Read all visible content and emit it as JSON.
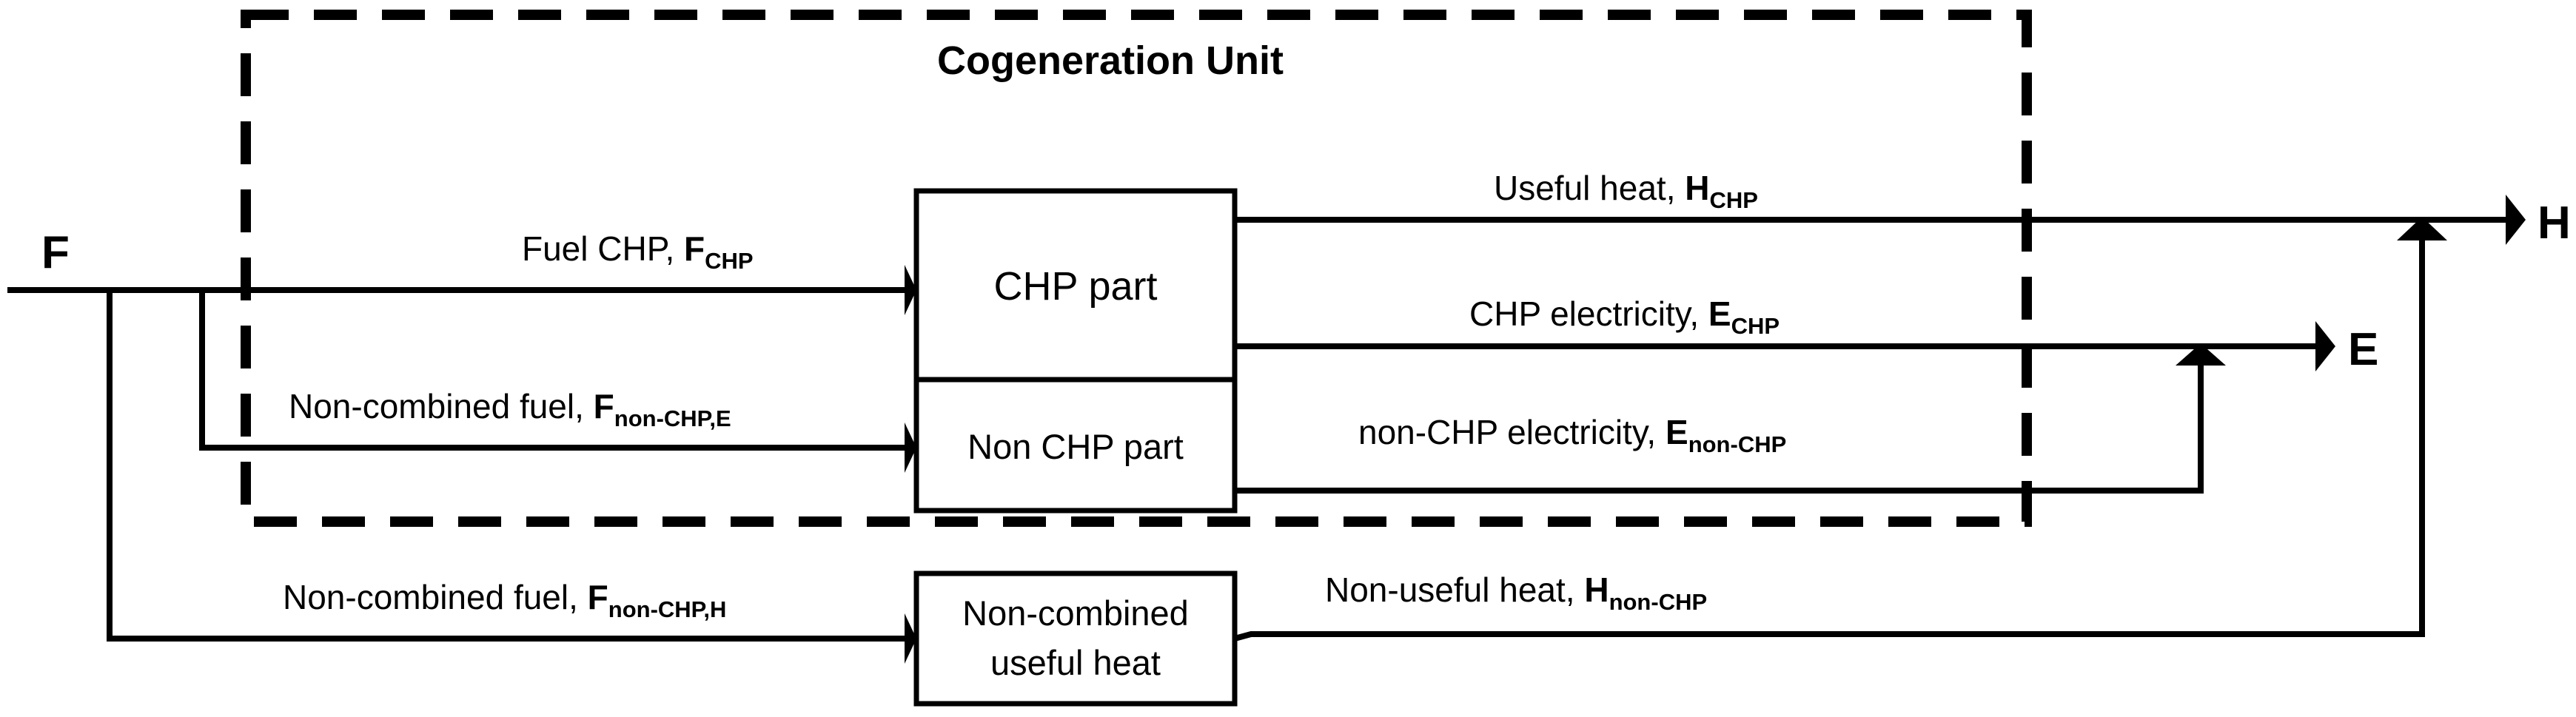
{
  "diagram": {
    "title": "Cogeneration Unit",
    "background_color": "#ffffff",
    "line_color": "#000000",
    "boundary_style": "dashed",
    "boxes": [
      {
        "id": "chp-part",
        "line1": "CHP part",
        "line2": ""
      },
      {
        "id": "non-chp-part",
        "line1": "Non CHP part",
        "line2": ""
      },
      {
        "id": "non-combined-useful-heat",
        "line1": "Non-combined",
        "line2": "useful heat"
      }
    ],
    "terminals": {
      "input_fuel": "F",
      "output_heat": "H",
      "output_electricity": "E"
    },
    "flows": [
      {
        "id": "fuel-chp",
        "text": "Fuel CHP, ",
        "symbol": "F",
        "subscript": "CHP"
      },
      {
        "id": "non-combined-fuel-e",
        "text": "Non-combined fuel, ",
        "symbol": "F",
        "subscript": "non-CHP,E"
      },
      {
        "id": "non-combined-fuel-h",
        "text": "Non-combined fuel, ",
        "symbol": "F",
        "subscript": "non-CHP,H"
      },
      {
        "id": "useful-heat",
        "text": "Useful heat, ",
        "symbol": "H",
        "subscript": "CHP"
      },
      {
        "id": "chp-electricity",
        "text": "CHP electricity, ",
        "symbol": "E",
        "subscript": "CHP"
      },
      {
        "id": "non-chp-electricity",
        "text": "non-CHP electricity, ",
        "symbol": "E",
        "subscript": "non-CHP"
      },
      {
        "id": "non-useful-heat",
        "text": "Non-useful heat, ",
        "symbol": "H",
        "subscript": "non-CHP"
      }
    ]
  }
}
